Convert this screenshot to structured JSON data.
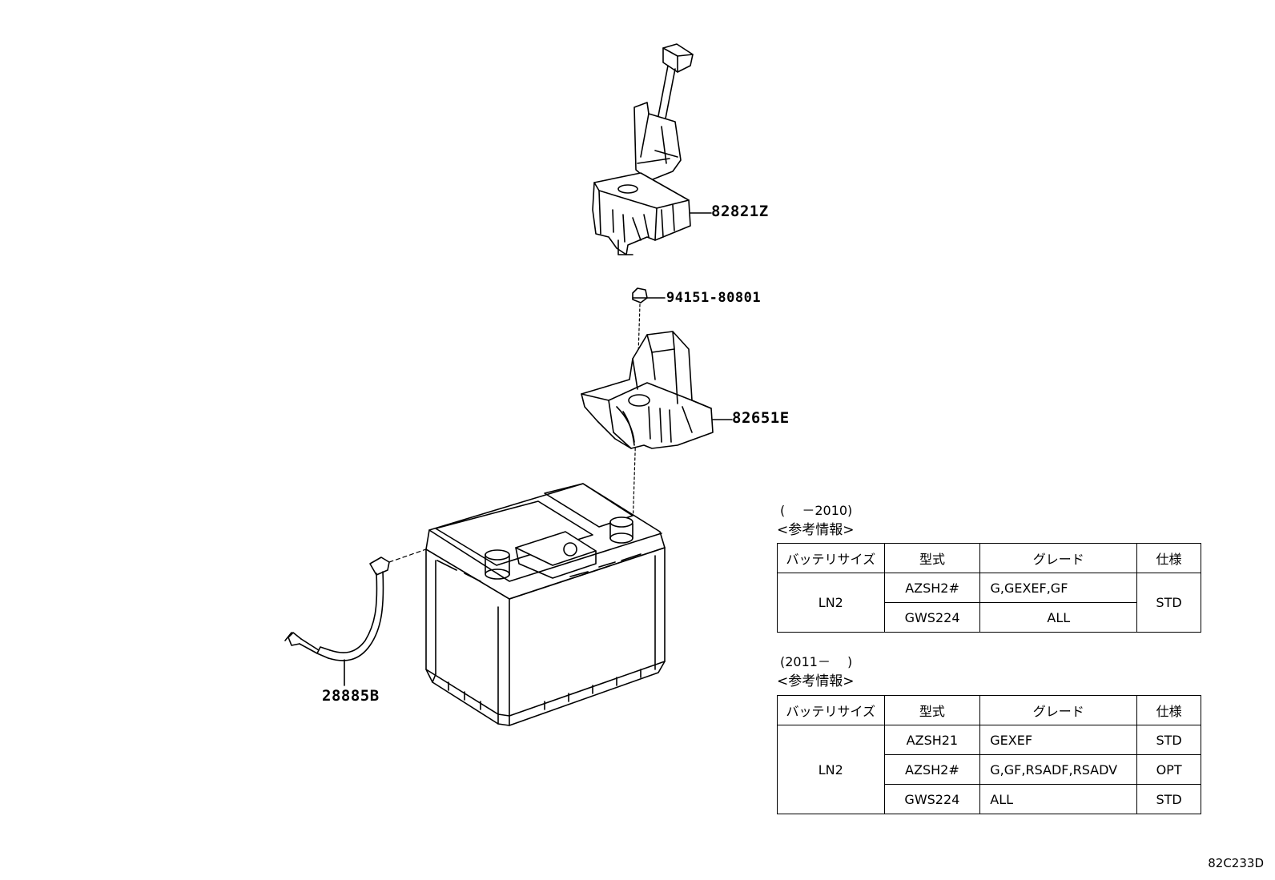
{
  "parts": {
    "hold_down_clamp": "82821Z",
    "nut": "94151-80801",
    "battery_tray": "82651E",
    "sensor_cable": "28885B"
  },
  "tables": [
    {
      "period": "(　 －2010)",
      "reference": "<参考情報>",
      "headers": [
        "バッテリサイズ",
        "型式",
        "グレード",
        "仕様"
      ],
      "size": "LN2",
      "rows": [
        {
          "model": "AZSH2#",
          "grade": "G,GEXEF,GF"
        },
        {
          "model": "GWS224",
          "grade": "ALL"
        }
      ],
      "spec": "STD"
    },
    {
      "period": "(2011－　 )",
      "reference": "<参考情報>",
      "headers": [
        "バッテリサイズ",
        "型式",
        "グレード",
        "仕様"
      ],
      "size": "LN2",
      "rows": [
        {
          "model": "AZSH21",
          "grade": "GEXEF",
          "spec": "STD"
        },
        {
          "model": "AZSH2#",
          "grade": "G,GF,RSADF,RSADV",
          "spec": "OPT"
        },
        {
          "model": "GWS224",
          "grade": "ALL",
          "spec": "STD"
        }
      ]
    }
  ],
  "diagram_code": "82C233D"
}
